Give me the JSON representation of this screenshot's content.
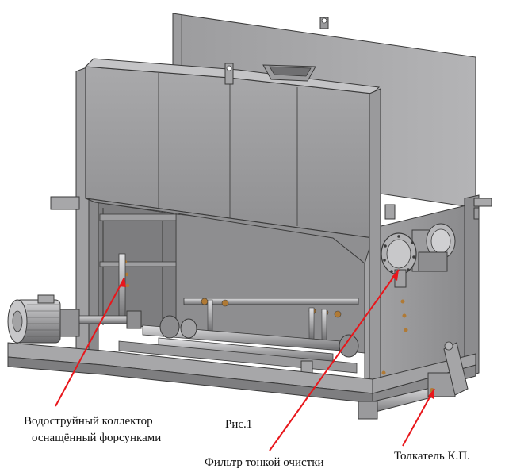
{
  "labels": {
    "collector_line1": "Водоструйный коллектор",
    "collector_line2": "оснащённый  форсунками",
    "figure": "Рис.1",
    "filter": "Фильтр тонкой очистки",
    "pusher": "Толкатель К.П."
  },
  "colors": {
    "metal_light": "#b9b9bb",
    "metal_mid": "#9a9a9c",
    "metal_dark": "#6e6e70",
    "outline": "#3a3a3a",
    "callout": "#e8161b",
    "fitting": "#b07a35"
  }
}
